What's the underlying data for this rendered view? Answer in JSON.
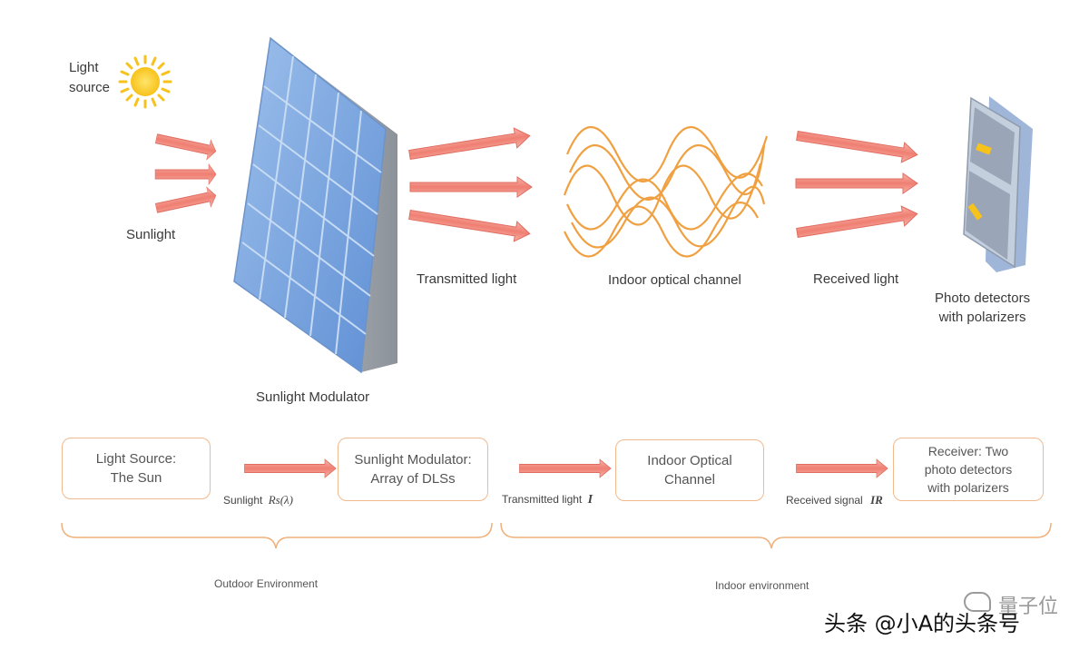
{
  "top": {
    "light_source": "Light\nsource",
    "sunlight": "Sunlight",
    "sunlight_modulator": "Sunlight Modulator",
    "transmitted_light": "Transmitted light",
    "indoor_optical_channel": "Indoor optical channel",
    "received_light": "Received light",
    "photo_detectors": "Photo detectors\nwith polarizers"
  },
  "flow": {
    "box1": "Light Source:\nThe Sun",
    "box2": "Sunlight Modulator:\nArray of DLSs",
    "box3": "Indoor Optical\nChannel",
    "box4": "Receiver: Two\nphoto detectors\nwith polarizers",
    "arrow1_label": "Sunlight",
    "arrow1_symbol": "Rs(λ)",
    "arrow2_label": "Transmitted light",
    "arrow2_symbol": "I",
    "arrow3_label": "Received signal",
    "arrow3_symbol": "IR"
  },
  "environments": {
    "outdoor": "Outdoor Environment",
    "indoor": "Indoor environment"
  },
  "watermark": {
    "text": "头条 @小A的头条号",
    "ghost": "量子位"
  },
  "colors": {
    "arrow": "#f08b7e",
    "wave": "#f0a040",
    "box_border": "#f2b98e",
    "panel_blue": "#7fa8de"
  }
}
